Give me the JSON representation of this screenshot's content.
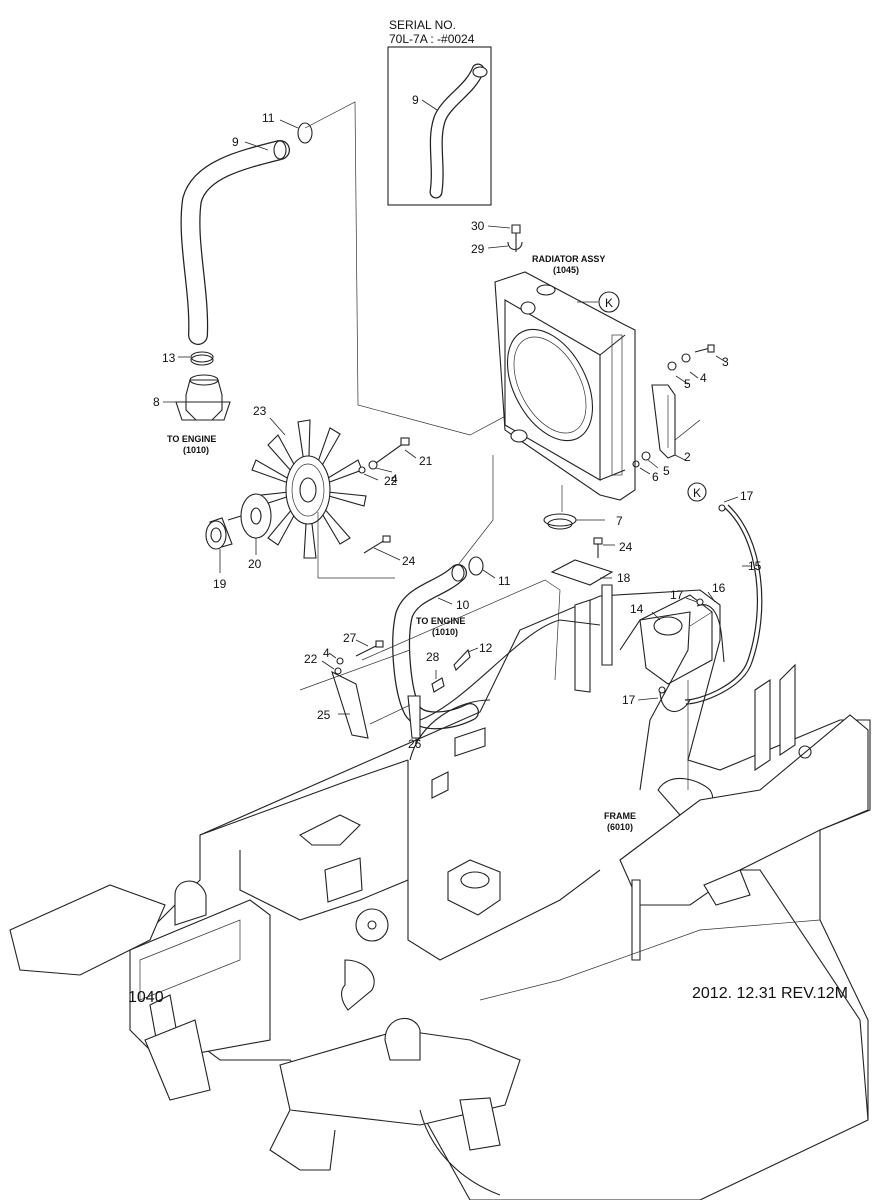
{
  "serial_box": {
    "line1": "SERIAL NO.",
    "line2": "70L-7A : -#0024",
    "part": "9"
  },
  "labels": {
    "radiator": "RADIATOR ASSY",
    "radiator_ref": "(1045)",
    "to_engine": "TO ENGINE",
    "engine_ref": "(1010)",
    "frame": "FRAME",
    "frame_ref": "(6010)",
    "k": "K"
  },
  "parts": [
    "2",
    "3",
    "4",
    "5",
    "6",
    "7",
    "8",
    "9",
    "10",
    "11",
    "12",
    "13",
    "14",
    "15",
    "16",
    "17",
    "18",
    "19",
    "20",
    "21",
    "22",
    "23",
    "24",
    "25",
    "26",
    "27",
    "28",
    "29",
    "30"
  ],
  "footer": {
    "page": "1040",
    "revision": "2012. 12.31  REV.12M"
  }
}
